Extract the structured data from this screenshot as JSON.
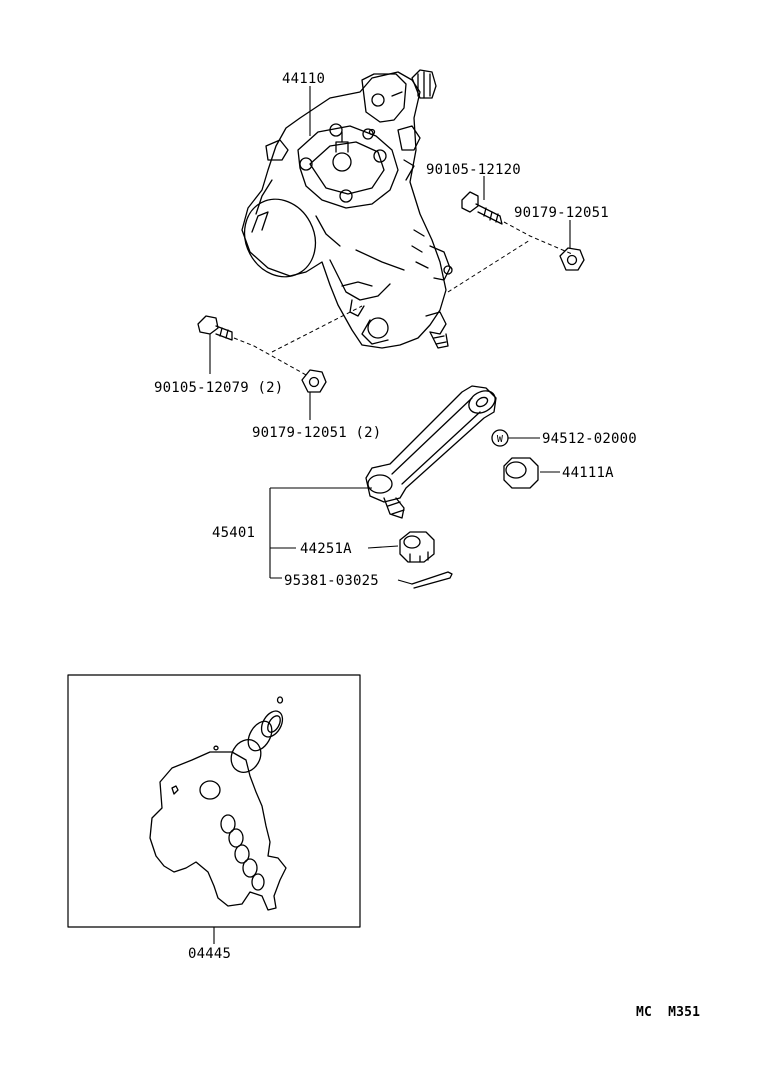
{
  "labels": {
    "gear_assembly": "44110",
    "bolt_upper": "90105-12120",
    "nut_upper": "90179-12051",
    "bolt_lower": "90105-12079 (2)",
    "nut_lower": "90179-12051 (2)",
    "washer": "94512-02000",
    "washer_symbol": "W",
    "nut_arm": "44111A",
    "pitman_arm_assy": "45401",
    "castle_nut": "44251A",
    "cotter_pin": "95381-03025",
    "gasket_kit": "04445",
    "page_code": "MC  M351"
  }
}
